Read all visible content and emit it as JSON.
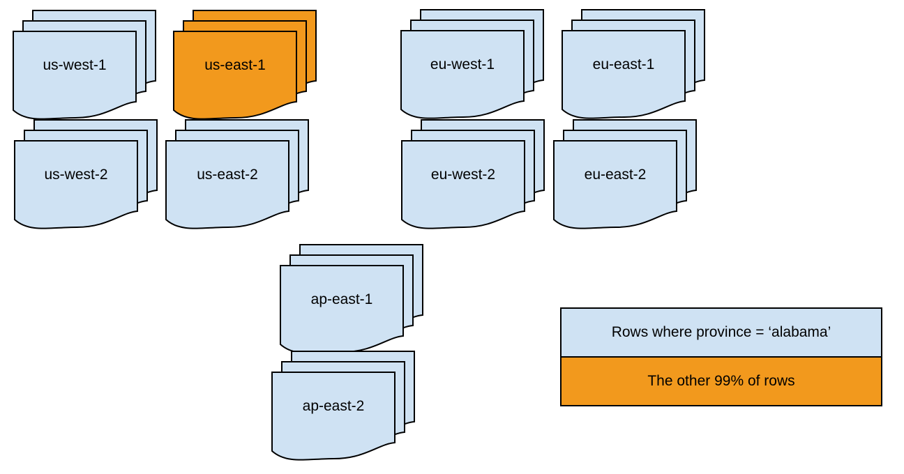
{
  "diagram": {
    "stacks": [
      {
        "label": "us-west-1",
        "highlighted": false
      },
      {
        "label": "us-east-1",
        "highlighted": true
      },
      {
        "label": "eu-west-1",
        "highlighted": false
      },
      {
        "label": "eu-east-1",
        "highlighted": false
      },
      {
        "label": "us-west-2",
        "highlighted": false
      },
      {
        "label": "us-east-2",
        "highlighted": false
      },
      {
        "label": "eu-west-2",
        "highlighted": false
      },
      {
        "label": "eu-east-2",
        "highlighted": false
      },
      {
        "label": "ap-east-1",
        "highlighted": false
      },
      {
        "label": "ap-east-2",
        "highlighted": false
      }
    ],
    "colors": {
      "default_fill": "#CFE2F3",
      "highlight_fill": "#F2991D",
      "stroke": "#000000"
    },
    "legend": {
      "items": [
        {
          "label": "Rows where province = ‘alabama’",
          "color": "#CFE2F3"
        },
        {
          "label": "The other 99% of rows",
          "color": "#F2991D"
        }
      ]
    }
  }
}
